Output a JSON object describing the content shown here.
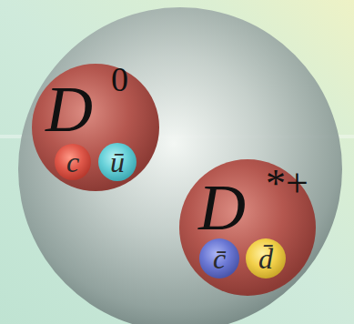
{
  "diagram": {
    "nodes": [
      {
        "text": [
          "D",
          "0"
        ]
      },
      {
        "text": [
          "c"
        ],
        "in": 0
      },
      {
        "text": [
          "ū"
        ],
        "in": 0
      },
      {
        "text": [
          "D",
          "*+"
        ]
      },
      {
        "text": [
          "c̄"
        ],
        "in": 3
      },
      {
        "text": [
          "d̄"
        ],
        "in": 3
      }
    ]
  }
}
